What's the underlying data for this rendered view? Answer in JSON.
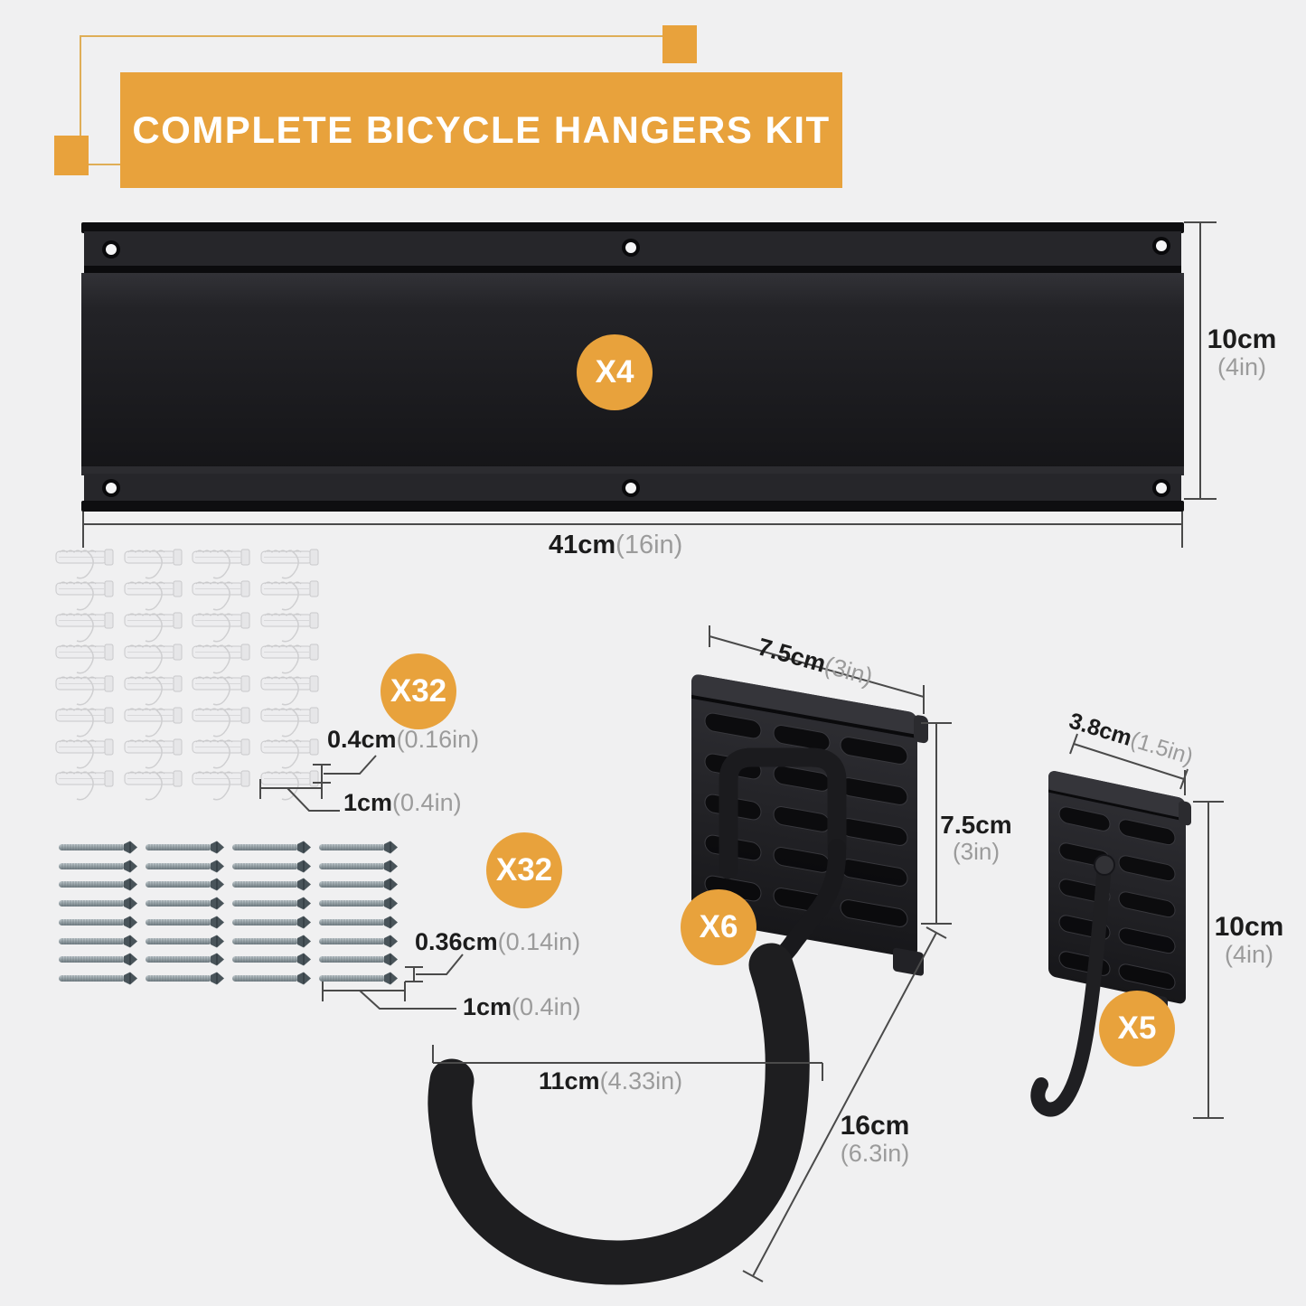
{
  "colors": {
    "accent": "#E8A23C",
    "background": "#F0F0F1",
    "ink": "#1C1C1C",
    "muted": "#9B9B9B",
    "dimension_line": "#4A4A4A",
    "product_black": "#1B1B1E"
  },
  "header": {
    "title": "COMPLETE BICYCLE HANGERS KIT"
  },
  "rail": {
    "quantity": "X4",
    "height": {
      "value": "10cm",
      "imperial": "(4in)"
    },
    "width": {
      "value": "41cm",
      "imperial": "(16in)"
    }
  },
  "anchors": {
    "quantity": "X32",
    "grid": {
      "rows": 8,
      "cols": 4
    },
    "diameter": {
      "value": "0.4cm",
      "imperial": "(0.16in)"
    },
    "length": {
      "value": "1cm",
      "imperial": "(0.4in)"
    }
  },
  "screws": {
    "quantity": "X32",
    "grid": {
      "rows": 8,
      "cols": 4
    },
    "diameter": {
      "value": "0.36cm",
      "imperial": "(0.14in)"
    },
    "length": {
      "value": "1cm",
      "imperial": "(0.4in)"
    }
  },
  "large_hook": {
    "quantity": "X6",
    "width": {
      "value": "7.5cm",
      "imperial": "(3in)"
    },
    "height": {
      "value": "7.5cm",
      "imperial": "(3in)"
    },
    "opening_width": {
      "value": "11cm",
      "imperial": "(4.33in)"
    },
    "total_height": {
      "value": "16cm",
      "imperial": "(6.3in)"
    }
  },
  "small_hook": {
    "quantity": "X5",
    "width": {
      "value": "3.8cm",
      "imperial": "(1.5in)"
    },
    "height": {
      "value": "10cm",
      "imperial": "(4in)"
    }
  }
}
